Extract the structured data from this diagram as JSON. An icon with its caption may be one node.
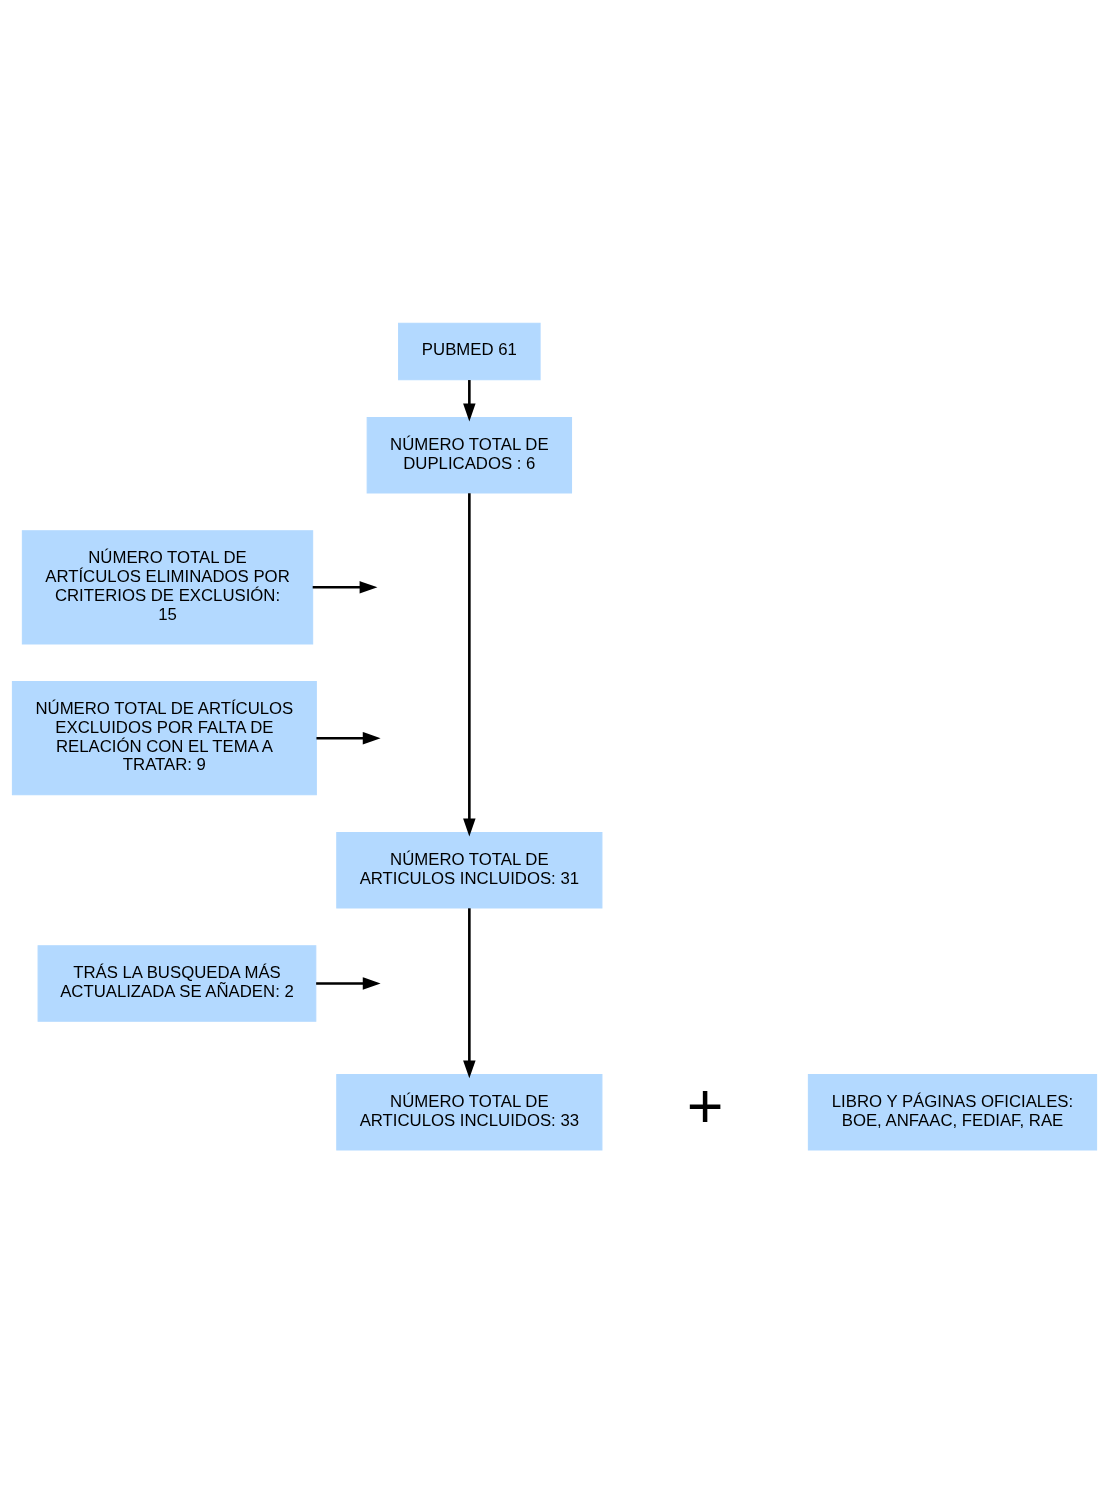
{
  "diagram": {
    "nodes": [
      {
        "text": [
          "PUBMED 61"
        ]
      },
      {
        "text": [
          "NÚMERO TOTAL DE DUPLICADOS : 6"
        ]
      },
      {
        "text": [
          "NÚMERO TOTAL DE ARTÍCULOS ELIMINADOS POR CRITERIOS DE EXCLUSIÓN: 15"
        ]
      },
      {
        "text": [
          "NÚMERO TOTAL DE ARTÍCULOS EXCLUIDOS POR FALTA DE RELACIÓN CON EL TEMA A TRATAR: 9"
        ]
      },
      {
        "text": [
          "NÚMERO TOTAL DE ARTICULOS INCLUIDOS: 31"
        ]
      },
      {
        "text": [
          "TRÁS LA BUSQUEDA MÁS ACTUALIZADA SE AÑADEN: 2"
        ]
      },
      {
        "text": [
          "NÚMERO TOTAL DE ARTICULOS INCLUIDOS: 33"
        ]
      },
      {
        "text": [
          "LIBRO Y PÁGINAS OFICIALES: BOE, ANFAAC, FEDIAF, RAE"
        ]
      }
    ],
    "edges": [
      {
        "from": 0,
        "to": 1,
        "arrow": "to"
      },
      {
        "from": 1,
        "to": 4,
        "arrow": "to"
      },
      {
        "from": 2,
        "to": null,
        "arrow": "to"
      },
      {
        "from": 3,
        "to": null,
        "arrow": "to"
      },
      {
        "from": 4,
        "to": 6,
        "arrow": "to"
      },
      {
        "from": 5,
        "to": null,
        "arrow": "to"
      }
    ],
    "labels": [
      "+"
    ]
  }
}
